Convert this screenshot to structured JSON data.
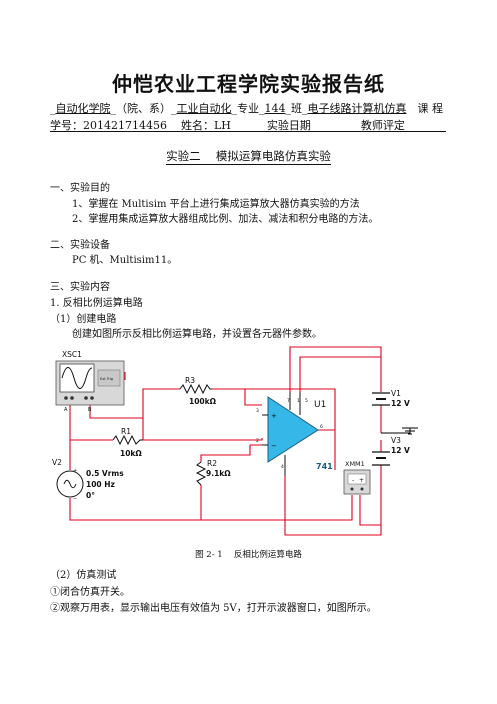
{
  "header": {
    "title": "仲恺农业工程学院实验报告纸",
    "line1": {
      "college": "自动化学院",
      "college_suffix": "（院、系）",
      "major": "工业自动化",
      "major_suffix": "专业",
      "class_no": "144",
      "class_suffix": "班",
      "course": "电子线路计算机仿真",
      "course_suffix": "课 程"
    },
    "line2": {
      "student_id_label": "学号：",
      "student_id": "201421714456",
      "name_label": "姓名：",
      "name": "LH",
      "date_label": "实验日期",
      "teacher_label": "教师评定"
    }
  },
  "experiment_title": "实验二　 模拟运算电路仿真实验",
  "sections": {
    "purpose_heading": "一、实验目的",
    "purpose_items": [
      "1、掌握在 Multisim 平台上进行集成运算放大器仿真实验的方法",
      "2、掌握用集成运算放大器组成比例、加法、减法和积分电路的方法。"
    ],
    "equipment_heading": "二、实验设备",
    "equipment_text": "PC 机、Multisim11。",
    "content_heading": "三、实验内容",
    "content_sub1": "1. 反相比例运算电路",
    "content_sub1a": "（1）创建电路",
    "content_sub1a_text": "创建如图所示反相比例运算电路，并设置各元器件参数。",
    "figure_caption": "图 2- 1　 反相比例运算电路",
    "content_sub1b": "（2）仿真测试",
    "step1": "①闭合仿真开关。",
    "step2": "②观察万用表，显示输出电压有效值为 5V，打开示波器窗口，如图所示。"
  },
  "circuit": {
    "xsc1": "XSC1",
    "r3": "R3",
    "r3_val": "100kΩ",
    "u1": "U1",
    "v1": "V1",
    "v1_val": "12 V",
    "v3": "V3",
    "v3_val": "12 V",
    "r1": "R1",
    "r1_val": "10kΩ",
    "v2": "V2",
    "v2_vrms": "0.5 Vrms",
    "v2_freq": "100 Hz",
    "v2_phase": "0°",
    "r2": "R2",
    "r2_val": "9.1kΩ",
    "opamp": "741",
    "xmm1": "XMM1",
    "ext_trig": "Ext Trig",
    "a_label": "A",
    "b_label": "B"
  }
}
